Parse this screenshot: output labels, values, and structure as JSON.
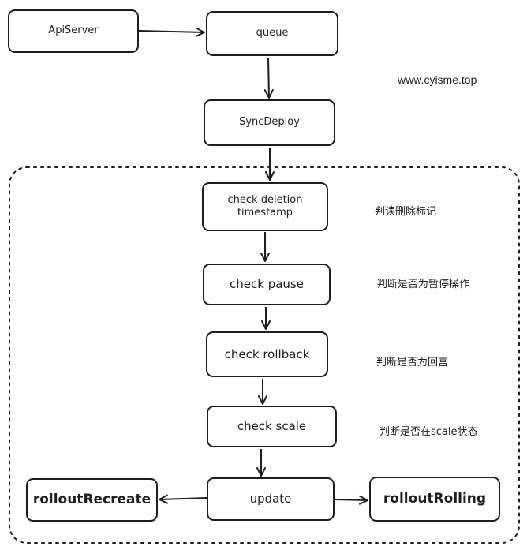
{
  "watermark": "www.cyisme.top",
  "nodes": {
    "apiserver": "ApiServer",
    "queue": "queue",
    "syncdeploy": "SyncDeploy",
    "check_deletion_line1": "check deletion",
    "check_deletion_line2": "timestamp",
    "check_pause": "check pause",
    "check_rollback": "check rollback",
    "check_scale": "check scale",
    "update": "update",
    "rollout_recreate": "rolloutRecreate",
    "rollout_rolling": "rolloutRolling"
  },
  "notes": {
    "deletion": "判读删除标记",
    "pause": "判断是否为暂停操作",
    "rollback": "判断是否为回宫",
    "scale": "判断是否在scale状态"
  },
  "colors": {
    "stroke": "#1e1e1e",
    "background": "#ffffff"
  }
}
